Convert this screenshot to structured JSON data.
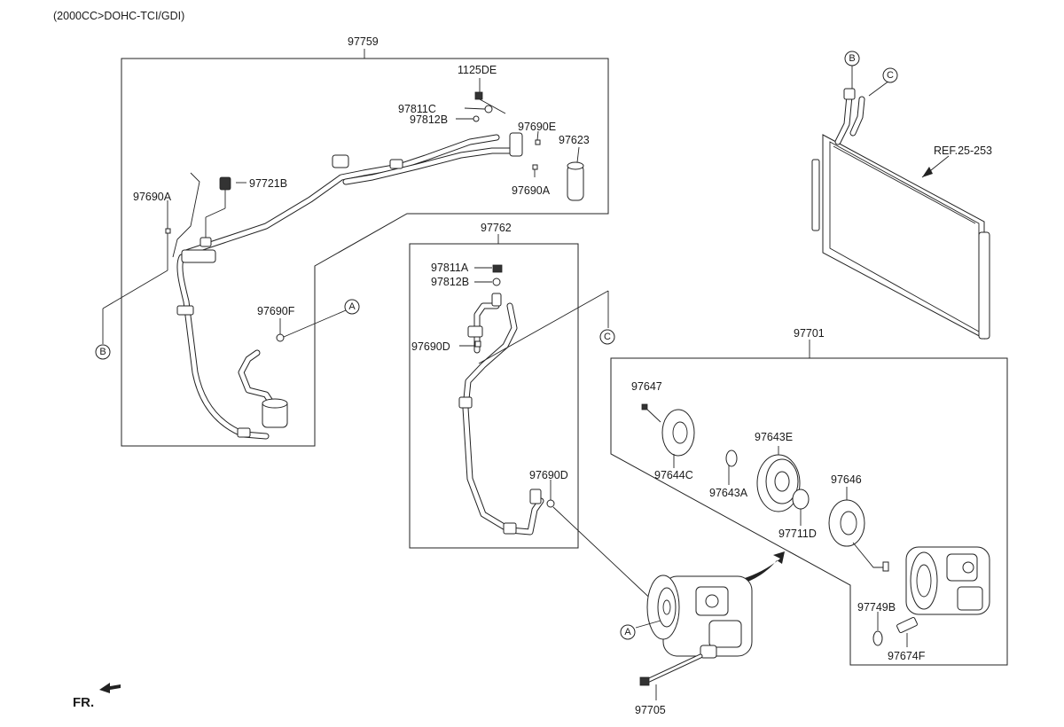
{
  "header": {
    "engine_spec": "(2000CC>DOHC-TCI/GDI)"
  },
  "front_label": "FR.",
  "callouts": {
    "A": "A",
    "B": "B",
    "C": "C"
  },
  "assemblies": {
    "suction_discharge": "97759",
    "liquid_line": "97762",
    "compressor_assy": "97701"
  },
  "parts": {
    "p1125DE": "1125DE",
    "p97811C": "97811C",
    "p97812B_a": "97812B",
    "p97690E": "97690E",
    "p97623": "97623",
    "p97690A_top": "97690A",
    "p97721B": "97721B",
    "p97690A_left": "97690A",
    "p97690F": "97690F",
    "p97811A": "97811A",
    "p97812B_b": "97812B",
    "p97690D_a": "97690D",
    "p97690D_b": "97690D",
    "p97647": "97647",
    "p97644C": "97644C",
    "p97643E": "97643E",
    "p97643A": "97643A",
    "p97646": "97646",
    "p97711D": "97711D",
    "p97749B": "97749B",
    "p97674F": "97674F",
    "p97705": "97705",
    "ref": "REF.25-253"
  }
}
